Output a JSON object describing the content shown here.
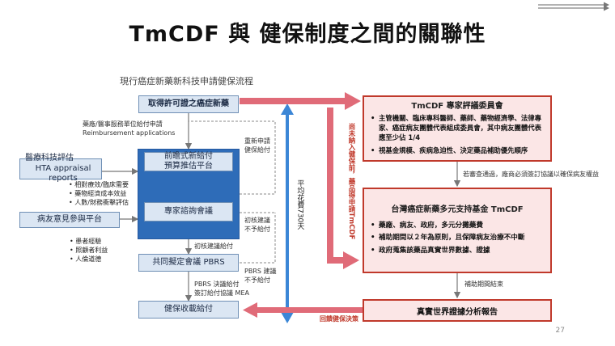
{
  "title": "TmCDF 與 健保制度之間的關聯性",
  "subtitle": "現行癌症新藥新科技申請健保流程",
  "left_flow": {
    "apply_box": "取得許可證之癌症新藥",
    "note_apply": [
      "藥廠/醫事服務單位給付申請",
      "Reimbursement applications"
    ],
    "hta_box": [
      "醫療科技評估",
      "HTA appraisal reports"
    ],
    "hta_bullets": [
      "相對療效/臨床需要",
      "藥物經濟成本效益",
      "人數/財務衝擊評估"
    ],
    "patient_box": "病友意見參與平台",
    "patient_bullets": [
      "患者經驗",
      "照顧者利益",
      "人倫道德"
    ],
    "prelim_box": [
      "前瞻式新給付",
      "預算推估平台"
    ],
    "expert_box": "專家諮詢會議",
    "pbrs_box": "共同擬定會議 PBRS",
    "final_box": "健保收載給付",
    "note_reapply": [
      "重新申請",
      "健保給付"
    ],
    "note_prelim_reject": [
      "初核建議",
      "不予給付"
    ],
    "note_prelim_accept": "初核建議給付",
    "note_pbrs_reject": [
      "PBRS 建議",
      "不予給付"
    ],
    "note_pbrs_accept": [
      "PBRS 決議給付",
      "簽訂給付協議 MEA"
    ],
    "vertical_label": "平均花費730天"
  },
  "right_flow": {
    "committee_head": "TmCDF 專家評議委員會",
    "committee_bullets": [
      "主管機關、臨床專科醫師、藥師、藥物經濟學、法律專家、癌症病友團體代表組成委員會，其中病友團體代表應至少佔 1/4",
      "視基金規模、疾病急迫性、決定藥品補助優先順序"
    ],
    "note_approved": "若審查通過，廠商必須簽訂協議以確保病友權益",
    "fund_head": "台灣癌症新藥多元支持基金 TmCDF",
    "fund_bullets": [
      "藥廠、病友、政府，多元分攤藥費",
      "補助期間以２年為原則，且保障病友治療不中斷",
      "政府蒐集該藥品真實世界數據、證據"
    ],
    "note_end": "補助期間結束",
    "rwe_box": "真實世界證據分析報告",
    "note_return": "回饋健保決策",
    "vertical_red": "尚未納入健保前，藥品得申請TmCDF"
  },
  "page_number": "27",
  "colors": {
    "accent_red": "#e06b78",
    "border_red": "#c0392b",
    "blue_arrow": "#3b86d6",
    "box_blue": "#dbe6f3"
  }
}
